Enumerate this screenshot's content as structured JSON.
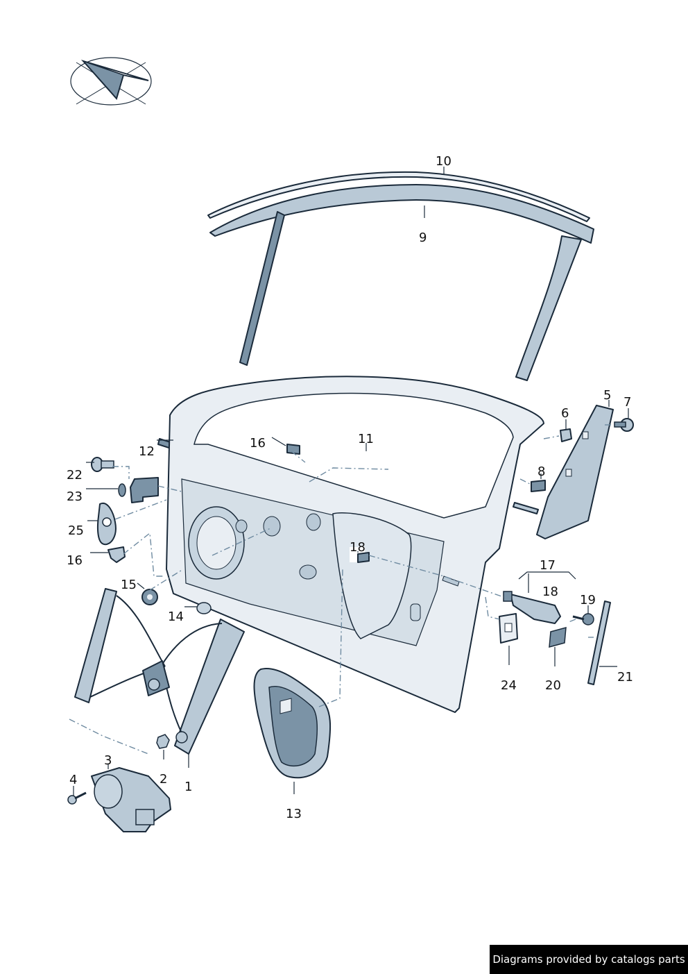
{
  "callouts": {
    "c1": "1",
    "c2": "2",
    "c3": "3",
    "c4": "4",
    "c5": "5",
    "c6": "6",
    "c7": "7",
    "c8": "8",
    "c9": "9",
    "c10": "10",
    "c11": "11",
    "c12": "12",
    "c13": "13",
    "c14": "14",
    "c15": "15",
    "c16a": "16",
    "c16b": "16",
    "c17": "17",
    "c18a": "18",
    "c18b": "18",
    "c19": "19",
    "c20": "20",
    "c21": "21",
    "c22": "22",
    "c23": "23",
    "c24": "24",
    "c25": "25"
  },
  "footer": {
    "text": "Diagrams provided by catalogs parts"
  },
  "colors": {
    "panel": "#e9eef3",
    "part_mid": "#b9c9d6",
    "part_dark": "#7b93a6",
    "outline": "#1a2a3a",
    "dash_line": "#6f8ba1"
  },
  "icons": {
    "logo": "orientation-arrow-logo-icon"
  }
}
